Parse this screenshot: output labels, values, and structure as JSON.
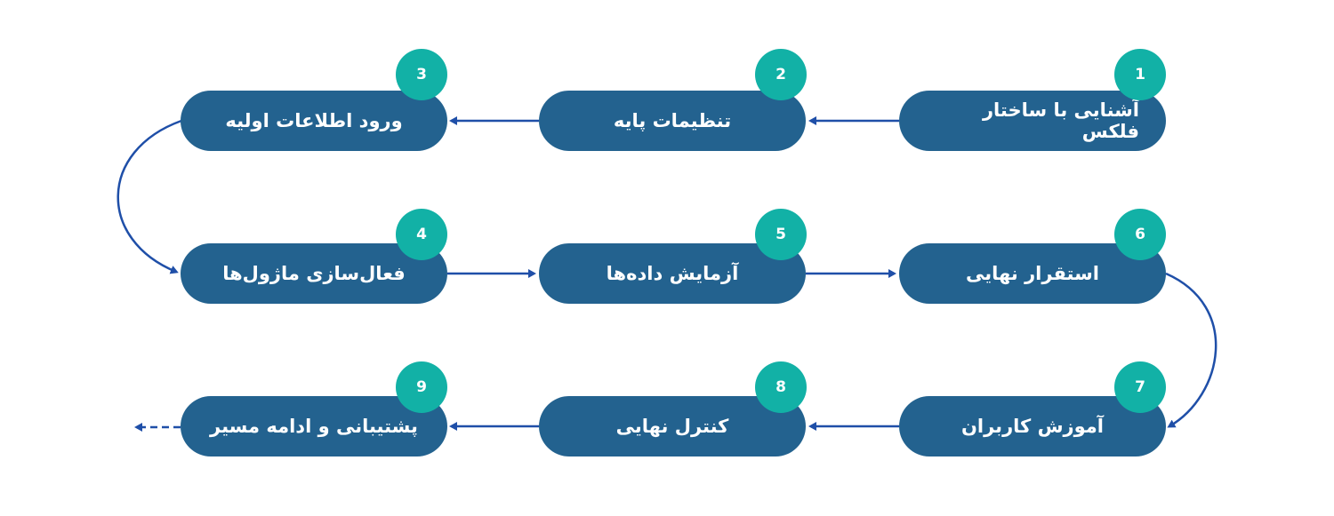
{
  "colors": {
    "box": "#23628f",
    "badge": "#12b1a6",
    "connector": "#1f4fa8",
    "text": "#ffffff"
  },
  "steps": [
    {
      "number": "1",
      "label": "آشنایی با ساختار فلکس"
    },
    {
      "number": "2",
      "label": "تنظیمات پایه"
    },
    {
      "number": "3",
      "label": "ورود اطلاعات اولیه"
    },
    {
      "number": "4",
      "label": "فعال‌سازی ماژول‌ها"
    },
    {
      "number": "5",
      "label": "آزمایش داده‌ها"
    },
    {
      "number": "6",
      "label": "استقرار نهایی"
    },
    {
      "number": "7",
      "label": "آموزش کاربران"
    },
    {
      "number": "8",
      "label": "کنترل نهایی"
    },
    {
      "number": "9",
      "label": "پشتیبانی و ادامه مسیر"
    }
  ]
}
